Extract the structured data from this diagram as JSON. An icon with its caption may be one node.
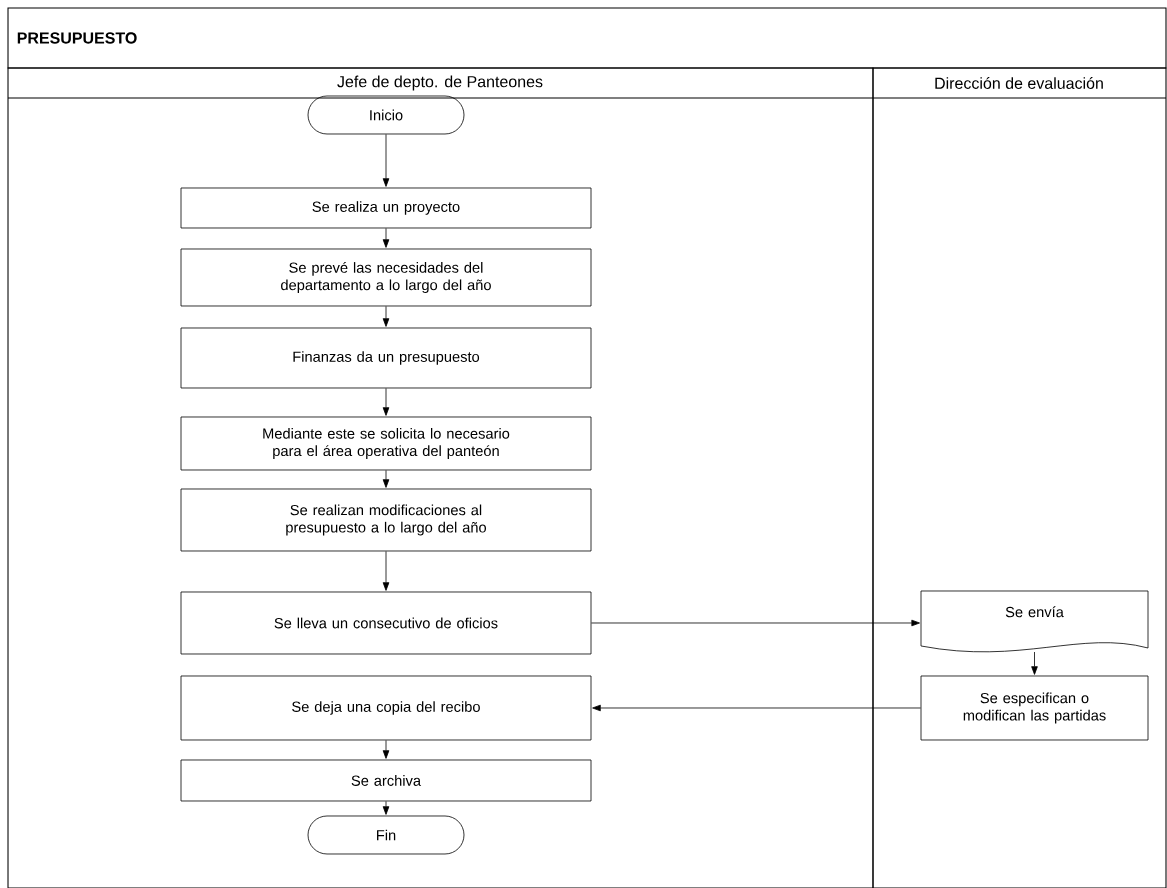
{
  "diagram": {
    "title": "PRESUPUESTO",
    "nodes": [
      {
        "text": [
          "Jefe de depto. de Panteones"
        ]
      },
      {
        "text": [
          "Dirección de evaluación"
        ]
      },
      {
        "text": [
          "Inicio"
        ],
        "in": 0
      },
      {
        "text": [
          "Se realiza un proyecto"
        ],
        "in": 0
      },
      {
        "text": [
          "Se prevé las necesidades del departamento a lo largo del año"
        ],
        "in": 0
      },
      {
        "text": [
          "Finanzas da un presupuesto"
        ],
        "in": 0
      },
      {
        "text": [
          "Mediante este se solicita lo necesario para el área operativa del panteón"
        ],
        "in": 0
      },
      {
        "text": [
          "Se realizan modificaciones al presupuesto a lo largo del año"
        ],
        "in": 0
      },
      {
        "text": [
          "Se lleva un consecutivo de oficios"
        ],
        "in": 0
      },
      {
        "text": [
          "Se envía"
        ],
        "in": 1
      },
      {
        "text": [
          "Se especifican o modifican las partidas"
        ],
        "in": 1
      },
      {
        "text": [
          "Se deja una copia del recibo"
        ],
        "in": 0
      },
      {
        "text": [
          "Se archiva"
        ],
        "in": 0
      },
      {
        "text": [
          "Fin"
        ],
        "in": 0
      }
    ],
    "edges": [
      {
        "from": 2,
        "to": 3,
        "arrow": "to"
      },
      {
        "from": 3,
        "to": 4,
        "arrow": "to"
      },
      {
        "from": 4,
        "to": 5,
        "arrow": "to"
      },
      {
        "from": 5,
        "to": 6,
        "arrow": "to"
      },
      {
        "from": 6,
        "to": 7,
        "arrow": "to"
      },
      {
        "from": 7,
        "to": 8,
        "arrow": "to"
      },
      {
        "from": 8,
        "to": 9,
        "arrow": "to"
      },
      {
        "from": 9,
        "to": 10,
        "arrow": "to"
      },
      {
        "from": 10,
        "to": 11,
        "arrow": "to"
      },
      {
        "from": 11,
        "to": 12,
        "arrow": "to"
      },
      {
        "from": 12,
        "to": 13,
        "arrow": "to"
      }
    ]
  }
}
